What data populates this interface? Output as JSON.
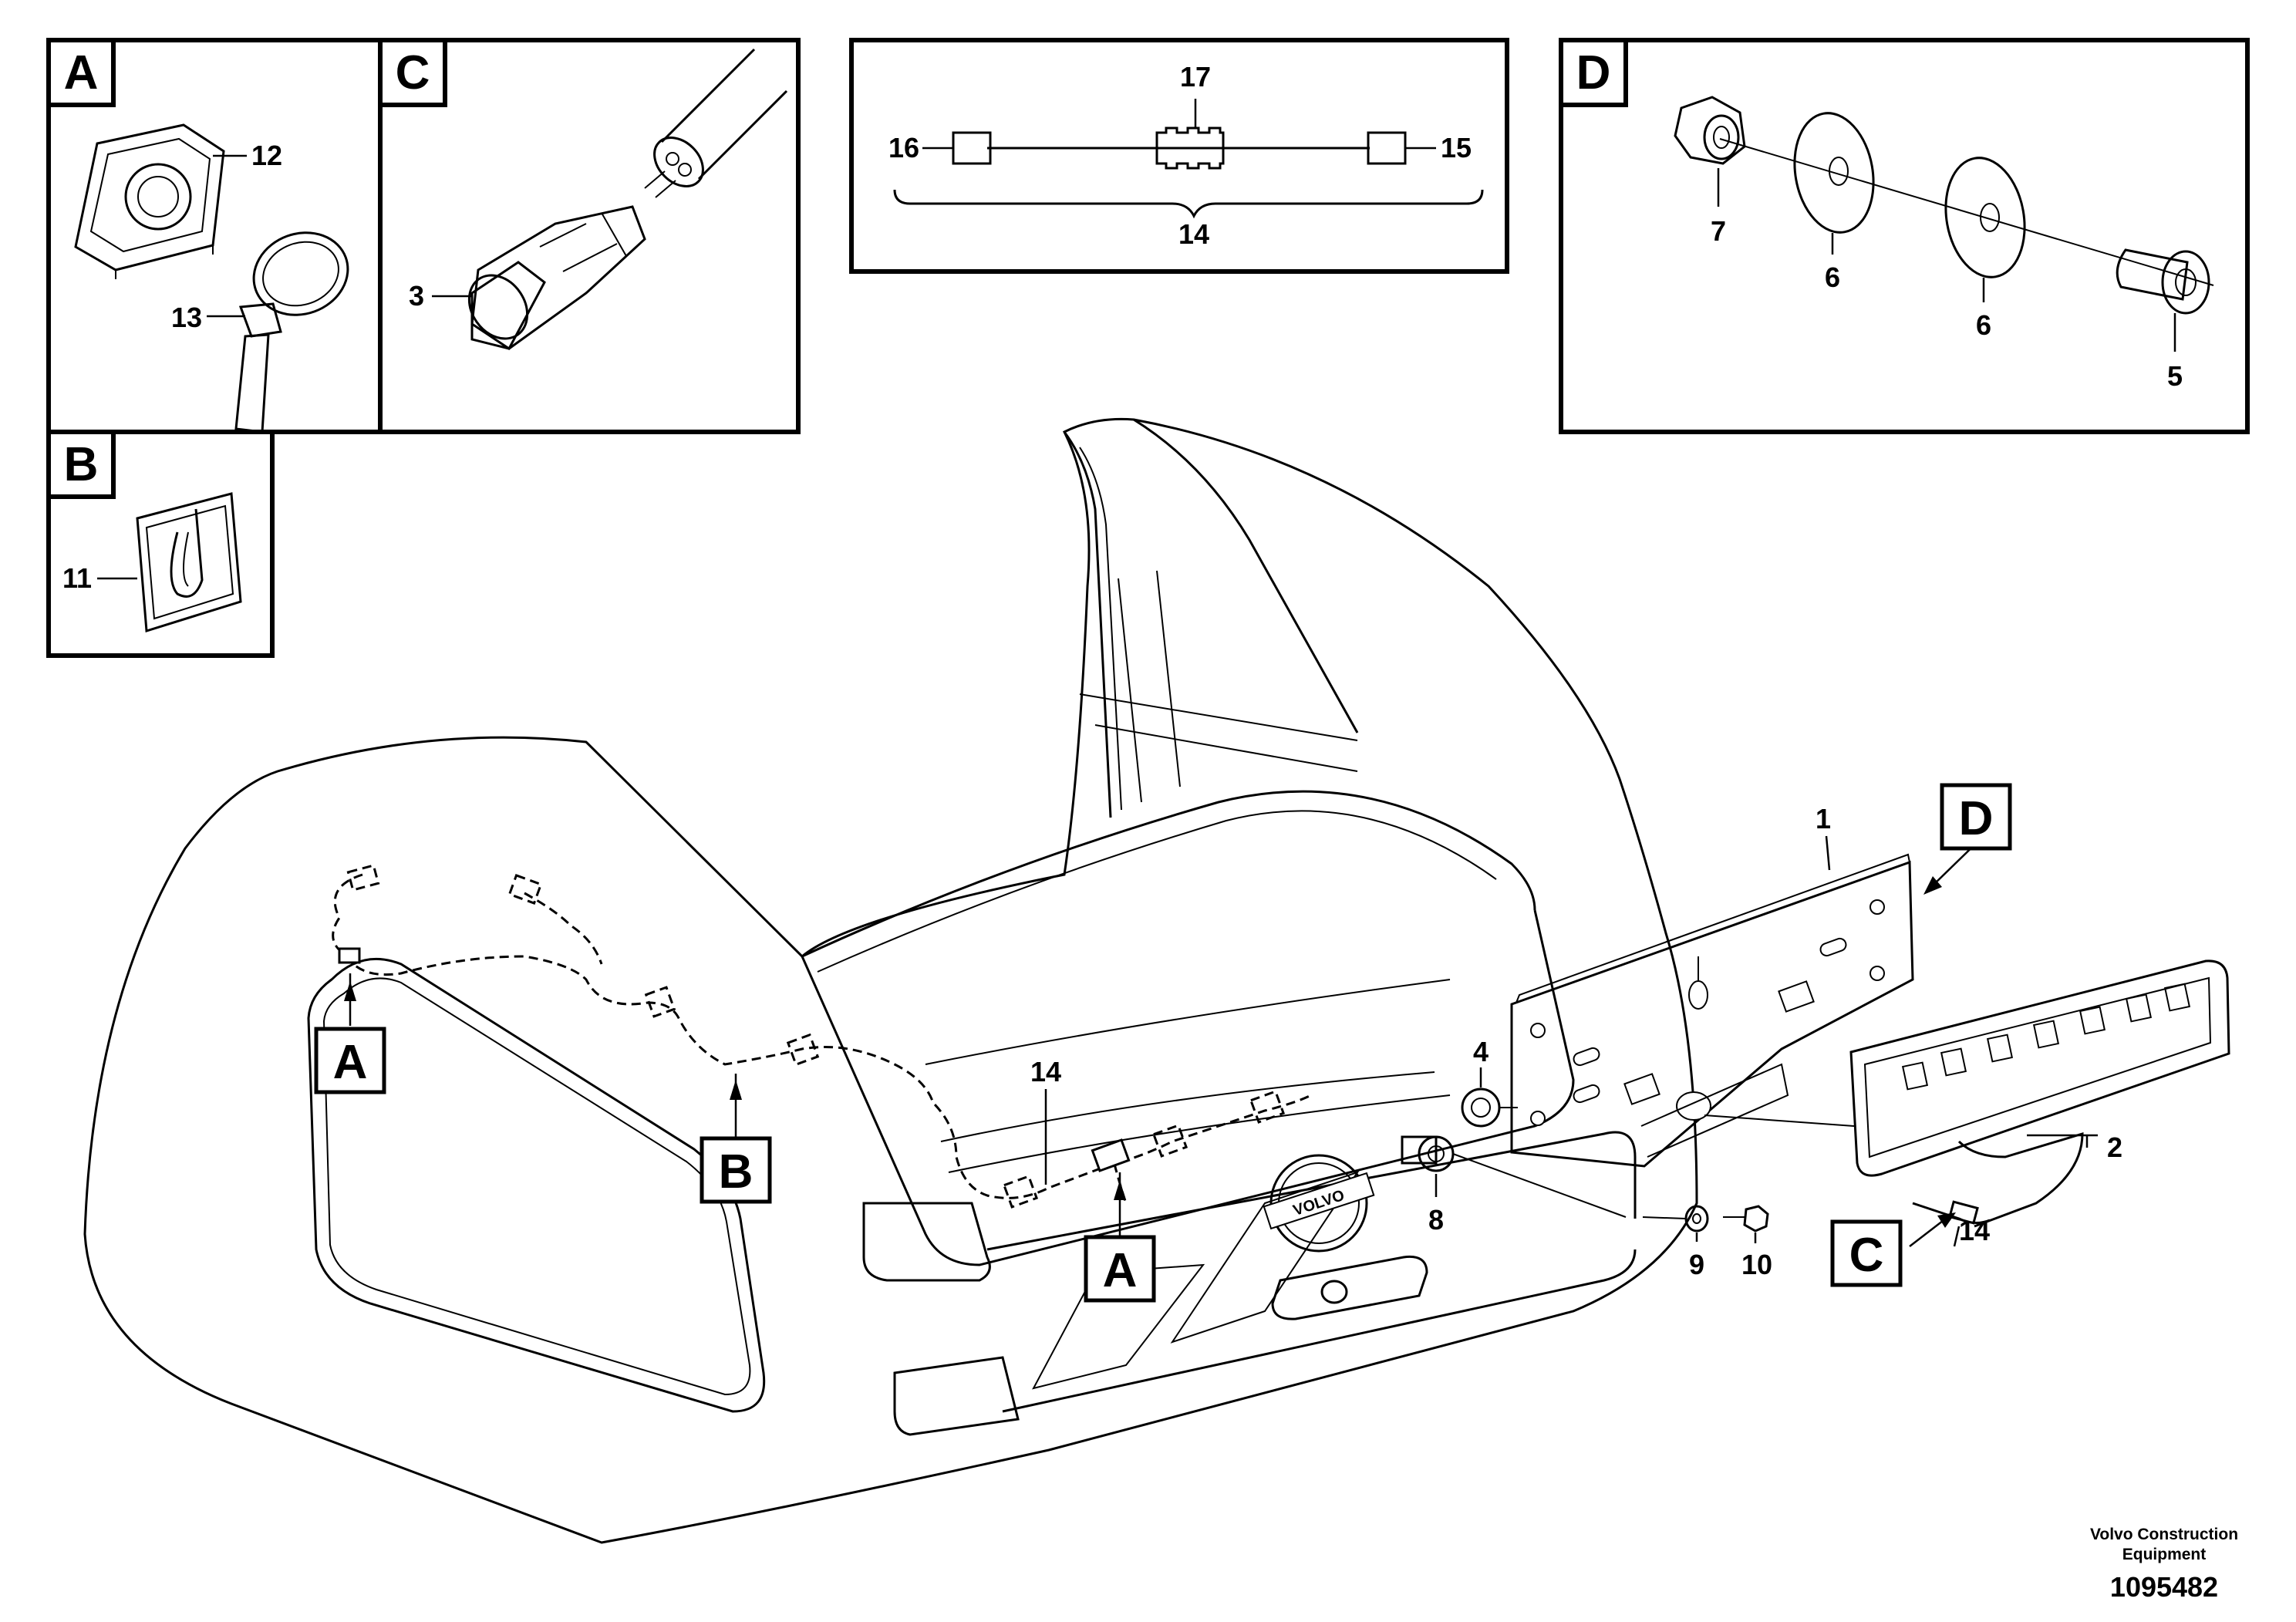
{
  "insets": {
    "A": {
      "letter": "A",
      "labels": {
        "tie_base": "12",
        "cable_tie": "13"
      }
    },
    "B": {
      "letter": "B",
      "labels": {
        "clip": "11"
      }
    },
    "C": {
      "letter": "C",
      "labels": {
        "connector": "3"
      }
    },
    "harness": {
      "labels": {
        "branch": "17",
        "left_end": "16",
        "right_end": "15",
        "harness": "14"
      }
    },
    "D": {
      "letter": "D",
      "labels": {
        "nut": "7",
        "washer_1": "6",
        "washer_2": "6",
        "screw": "5"
      }
    }
  },
  "main": {
    "labels": {
      "plate": "1",
      "plate_holder": "2",
      "grommet_upper": "4",
      "grommet_lower": "8",
      "washer": "9",
      "bolt": "10",
      "harness_main": "14",
      "harness_lower": "14"
    },
    "callouts": {
      "A_upper": "A",
      "B": "B",
      "A_lower": "A",
      "D": "D",
      "C": "C"
    },
    "emblem_text": "VOLVO"
  },
  "credit": {
    "line1": "Volvo Construction",
    "line2": "Equipment",
    "doc_number": "1095482"
  }
}
